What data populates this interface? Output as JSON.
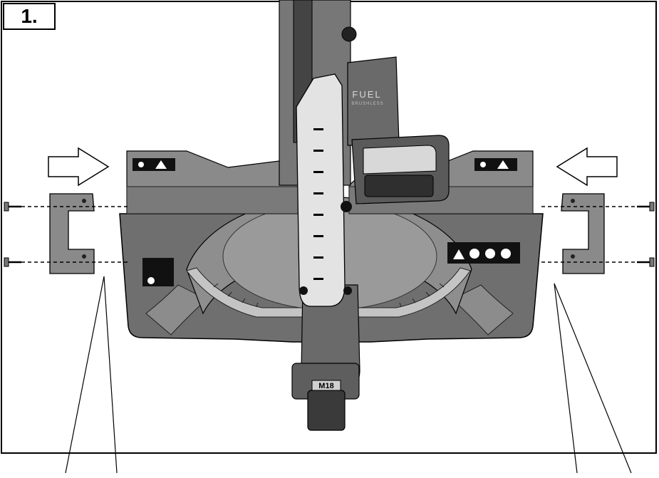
{
  "step": {
    "number": "1."
  },
  "saw": {
    "brand_label": "FUEL",
    "brand_sublabel": "BRUSHLESS",
    "battery_label": "M18"
  },
  "colors": {
    "body": "#7b7b7b",
    "body_dark": "#555555",
    "body_light": "#a4a4a4",
    "guard": "#d9d9d9",
    "outline": "#000000",
    "background": "#ffffff"
  },
  "icons": [
    "push-arrow-right-icon",
    "push-arrow-left-icon",
    "warning-triangle-icon",
    "screw-icon",
    "fence-extension-bracket"
  ]
}
